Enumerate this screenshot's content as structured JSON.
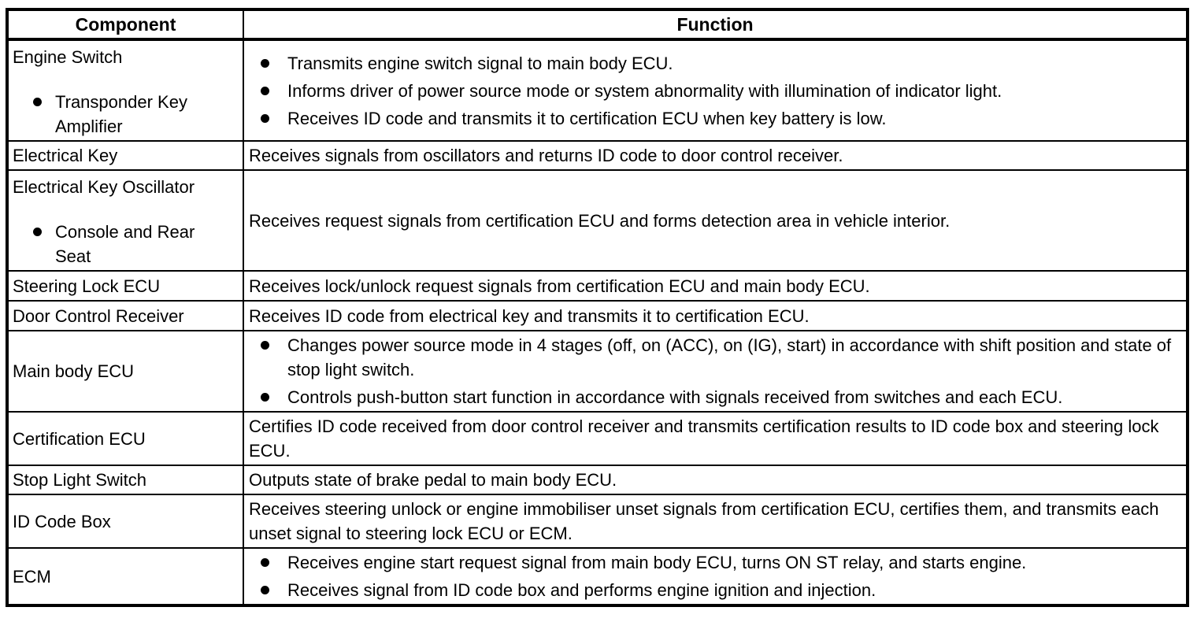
{
  "page": {
    "background": "#ffffff",
    "border_color": "#000000",
    "text_color": "#000000"
  },
  "table": {
    "columns": [
      {
        "label": "Component"
      },
      {
        "label": "Function"
      }
    ],
    "rows": [
      {
        "component": {
          "title": "Engine Switch",
          "bullets": [
            "Transponder Key Amplifier"
          ]
        },
        "function": {
          "bullets": [
            "Transmits engine switch signal to main body ECU.",
            "Informs driver of power source mode or system abnormality with illumination of indicator light.",
            "Receives ID code and transmits it to certification ECU when key battery is low."
          ]
        }
      },
      {
        "component": {
          "title": "Electrical Key"
        },
        "function": {
          "text": "Receives signals from oscillators and returns ID code to door control receiver."
        }
      },
      {
        "component": {
          "title": "Electrical Key Oscillator",
          "bullets": [
            "Console and Rear Seat"
          ]
        },
        "function": {
          "text": "Receives request signals from certification ECU and forms detection area in vehicle interior."
        }
      },
      {
        "component": {
          "title": "Steering Lock ECU"
        },
        "function": {
          "text": "Receives lock/unlock request signals from certification ECU and main body ECU."
        }
      },
      {
        "component": {
          "title": "Door Control Receiver"
        },
        "function": {
          "text": "Receives ID code from electrical key and transmits it to certification ECU."
        }
      },
      {
        "component": {
          "title": "Main body ECU"
        },
        "function": {
          "bullets": [
            "Changes power source mode in 4 stages (off, on (ACC), on (IG), start) in accordance with shift position and state of stop light switch.",
            "Controls push-button start function in accordance with signals received from switches and each ECU."
          ]
        }
      },
      {
        "component": {
          "title": "Certification ECU"
        },
        "function": {
          "text": "Certifies ID code received from door control receiver and transmits certification results to ID code box and steering lock ECU."
        }
      },
      {
        "component": {
          "title": "Stop Light Switch"
        },
        "function": {
          "text": "Outputs state of brake pedal to main body ECU."
        }
      },
      {
        "component": {
          "title": "ID Code Box"
        },
        "function": {
          "text": "Receives steering unlock or engine immobiliser unset signals from certification ECU, certifies them, and transmits each unset signal to steering lock ECU or ECM."
        }
      },
      {
        "component": {
          "title": "ECM"
        },
        "function": {
          "bullets": [
            "Receives engine start request signal from main body ECU, turns ON ST relay, and starts engine.",
            "Receives signal from ID code box and performs engine ignition and injection."
          ]
        }
      }
    ]
  }
}
